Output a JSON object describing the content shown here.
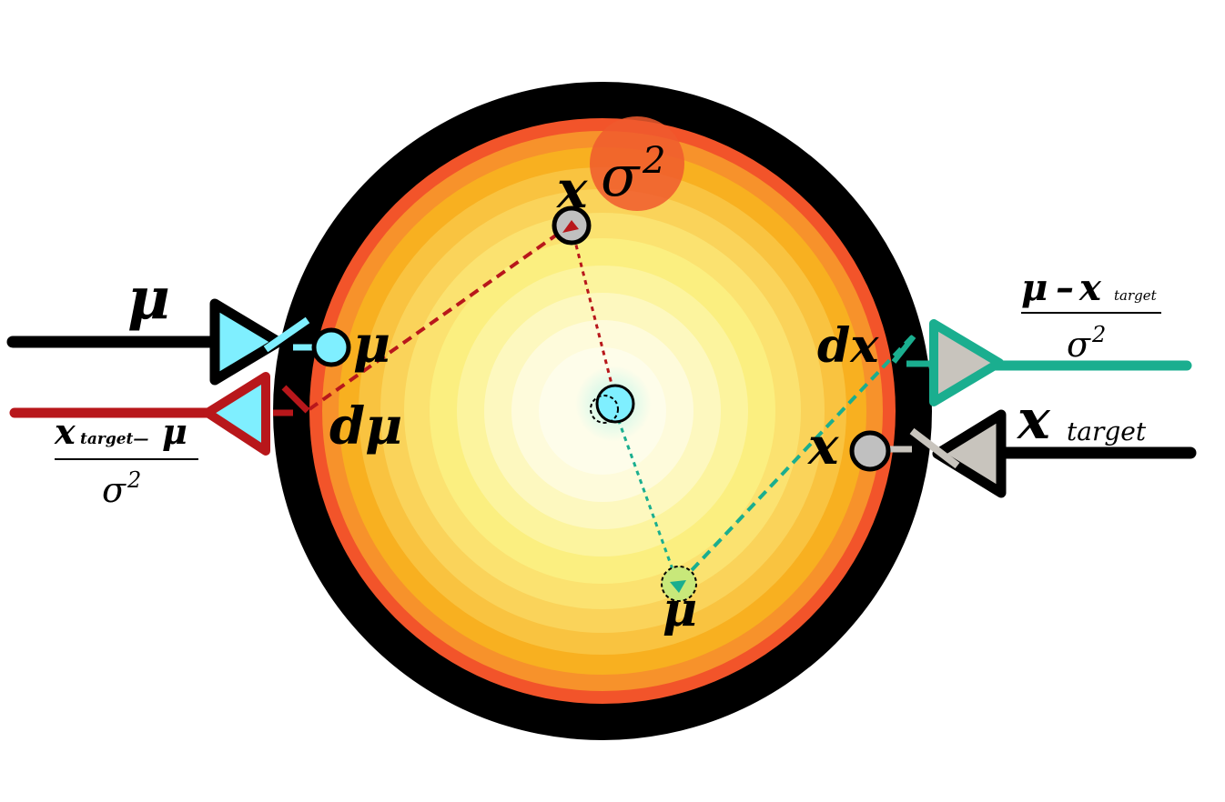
{
  "colors": {
    "ring": "#000000",
    "halo_outer": "#f2542a",
    "halo_mid": "#f7a823",
    "halo_inner": "#faf280",
    "core": "#fdfde8",
    "mu_cyan": "#7fefff",
    "error_red": "#b8171b",
    "grad_teal": "#1aae8f",
    "target_gray": "#c8c4bd",
    "node_gray": "#c0c0c0",
    "sigma_blob": "#f05a2e",
    "mu_green": "#c8e87a"
  },
  "labels": {
    "mu_in": "μ",
    "mu_node": "μ",
    "dmu": "dμ",
    "err_mu_num": "x",
    "err_mu_num_sub": "target—",
    "err_mu_num_mu": "μ",
    "err_mu_den": "σ",
    "err_mu_den_exp": "2",
    "sigma_sq": "σ",
    "sigma_sq_exp": "2",
    "x_top": "x",
    "mu_bottom": "μ",
    "dx": "dx",
    "err_x_num_mu": "μ",
    "err_x_num_dash": "–",
    "err_x_num_x": "x",
    "err_x_num_sub": "target",
    "err_x_den": "σ",
    "err_x_den_exp": "2",
    "x_target": "x",
    "x_target_sub": "target",
    "x_node": "x"
  }
}
